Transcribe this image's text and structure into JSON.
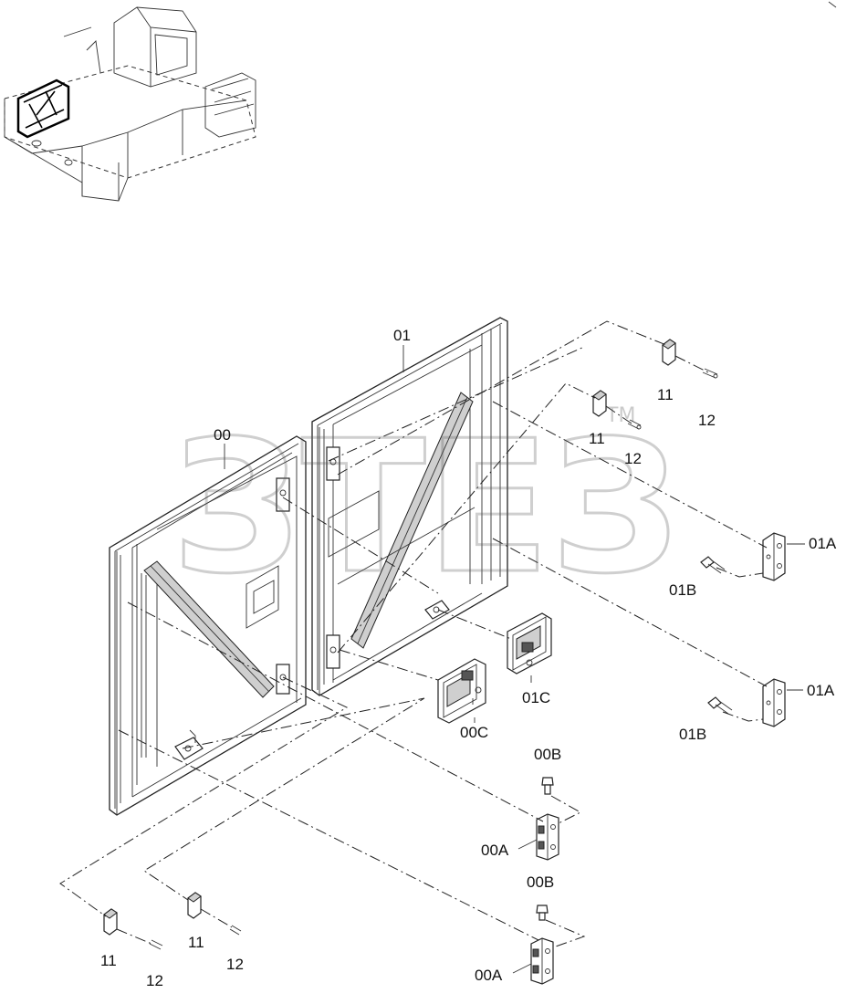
{
  "watermark": {
    "text": "ЗТЕЗ",
    "tm": "TM"
  },
  "labels": {
    "door_left": "00",
    "door_right": "01",
    "hinge_r_top": "01A",
    "hinge_r_bot": "01A",
    "bolt_r_top": "01B",
    "bolt_r_bot": "01B",
    "latch_r": "01C",
    "latch_l": "00C",
    "bolt_l_top": "00B",
    "bolt_l_bot": "00B",
    "hinge_l_top": "00A",
    "hinge_l_bot": "00A",
    "block_11_a": "11",
    "pin_12_a": "12",
    "block_11_b": "11",
    "pin_12_b": "12",
    "block_11_c": "11",
    "pin_12_c": "12",
    "block_11_d": "11",
    "pin_12_d": "12"
  }
}
